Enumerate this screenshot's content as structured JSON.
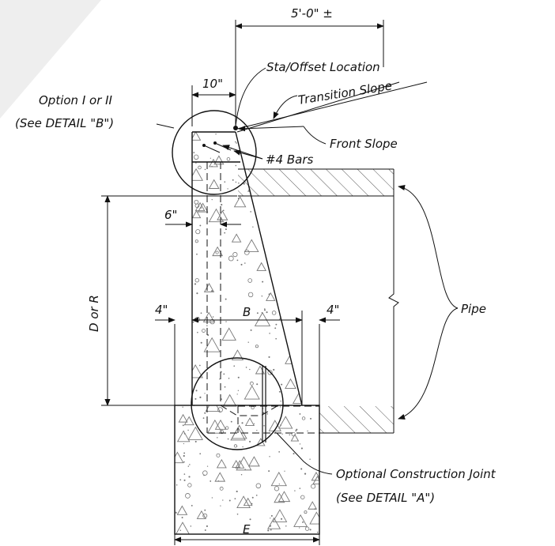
{
  "labels": {
    "dim_5ft": "5'-0\" ±",
    "sta_offset": "Sta/Offset Location",
    "transition_slope": "Transition Slope",
    "dim_10in": "10\"",
    "option": "Option I or II",
    "see_detail_b": "(See DETAIL \"B\")",
    "front_slope": "Front Slope",
    "bars": "#4 Bars",
    "dim_6in": "6\"",
    "d_or_r": "D or R",
    "dim_4in_left": "4\"",
    "b": "B",
    "dim_4in_right": "4\"",
    "pipe": "Pipe",
    "construction_joint": "Optional Construction Joint",
    "see_detail_a": "(See DETAIL \"A\")",
    "e": "E"
  },
  "colors": {
    "line": "#111111",
    "hatch": "#555555",
    "aggregate": "#777777",
    "corner": "#eeeeee"
  }
}
